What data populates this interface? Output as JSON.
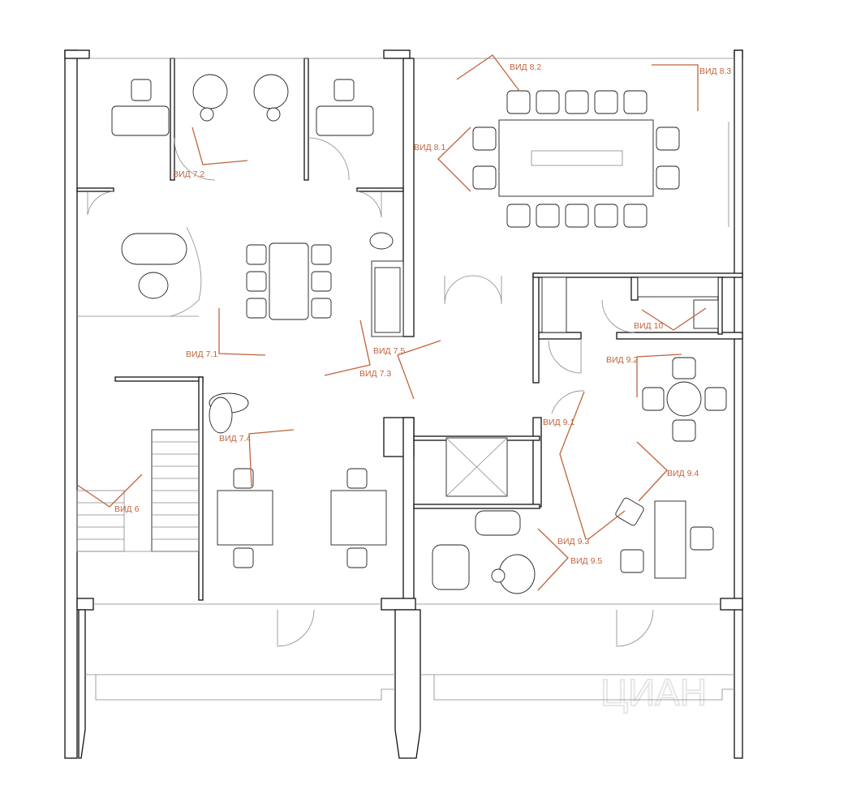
{
  "plan": {
    "labels": [
      {
        "id": "v82",
        "text": "ВИД 8.2"
      },
      {
        "id": "v83",
        "text": "ВИД 8.3"
      },
      {
        "id": "v81",
        "text": "ВИД 8.1"
      },
      {
        "id": "v72",
        "text": "ВИД 7.2"
      },
      {
        "id": "v71",
        "text": "ВИД 7.1"
      },
      {
        "id": "v75",
        "text": "ВИД 7.5"
      },
      {
        "id": "v73",
        "text": "ВИД 7.3"
      },
      {
        "id": "v74",
        "text": "ВИД 7.4"
      },
      {
        "id": "v6",
        "text": "ВИД 6"
      },
      {
        "id": "v10",
        "text": "ВИД 10"
      },
      {
        "id": "v92",
        "text": "ВИД 9.2"
      },
      {
        "id": "v91",
        "text": "ВИД 9.1"
      },
      {
        "id": "v94",
        "text": "ВИД 9.4"
      },
      {
        "id": "v93",
        "text": "ВИД 9.3"
      },
      {
        "id": "v95",
        "text": "ВИД 9.5"
      }
    ],
    "watermark": "ЦИАН",
    "colors": {
      "view_marker": "#c0643c",
      "walls": "#111111"
    }
  }
}
